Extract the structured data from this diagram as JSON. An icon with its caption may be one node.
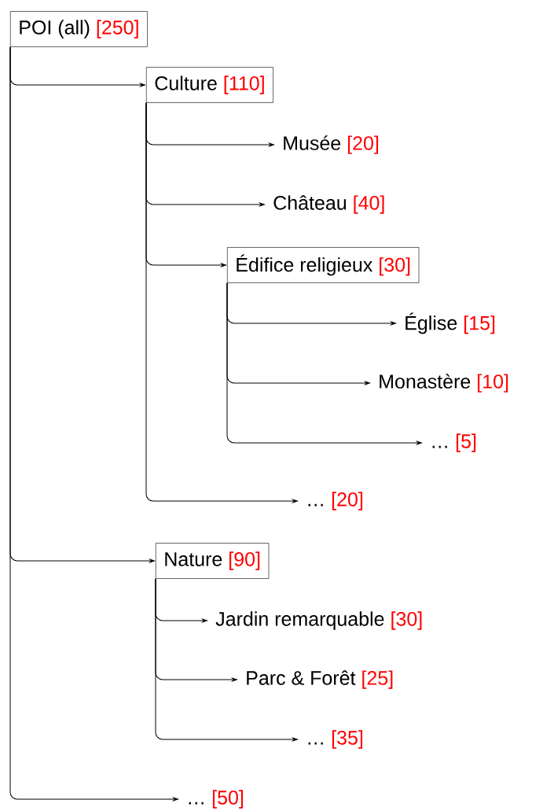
{
  "diagram": {
    "nodes": [
      {
        "text": [
          "POI (all)",
          "[250]"
        ]
      },
      {
        "text": [
          "Culture",
          "[110]"
        ]
      },
      {
        "text": [
          "Musée",
          "[20]"
        ]
      },
      {
        "text": [
          "Château",
          "[40]"
        ]
      },
      {
        "text": [
          "Édifice religieux",
          "[30]"
        ]
      },
      {
        "text": [
          "Église",
          "[15]"
        ]
      },
      {
        "text": [
          "Monastère",
          "[10]"
        ]
      },
      {
        "text": [
          "…",
          "[5]"
        ]
      },
      {
        "text": [
          "…",
          "[20]"
        ]
      },
      {
        "text": [
          "Nature",
          "[90]"
        ]
      },
      {
        "text": [
          "Jardin remarquable",
          "[30]"
        ]
      },
      {
        "text": [
          "Parc & Forêt",
          "[25]"
        ]
      },
      {
        "text": [
          "…",
          "[35]"
        ]
      },
      {
        "text": [
          "…",
          "[50]"
        ]
      }
    ],
    "edges": [
      {
        "from": 0,
        "to": 1,
        "arrow": "to"
      },
      {
        "from": 1,
        "to": 2,
        "arrow": "to"
      },
      {
        "from": 1,
        "to": 3,
        "arrow": "to"
      },
      {
        "from": 1,
        "to": 4,
        "arrow": "to"
      },
      {
        "from": 4,
        "to": 5,
        "arrow": "to"
      },
      {
        "from": 4,
        "to": 6,
        "arrow": "to"
      },
      {
        "from": 4,
        "to": 7,
        "arrow": "to"
      },
      {
        "from": 1,
        "to": 8,
        "arrow": "to"
      },
      {
        "from": 0,
        "to": 9,
        "arrow": "to"
      },
      {
        "from": 9,
        "to": 10,
        "arrow": "to"
      },
      {
        "from": 9,
        "to": 11,
        "arrow": "to"
      },
      {
        "from": 9,
        "to": 12,
        "arrow": "to"
      },
      {
        "from": 0,
        "to": 13,
        "arrow": "to"
      }
    ]
  }
}
